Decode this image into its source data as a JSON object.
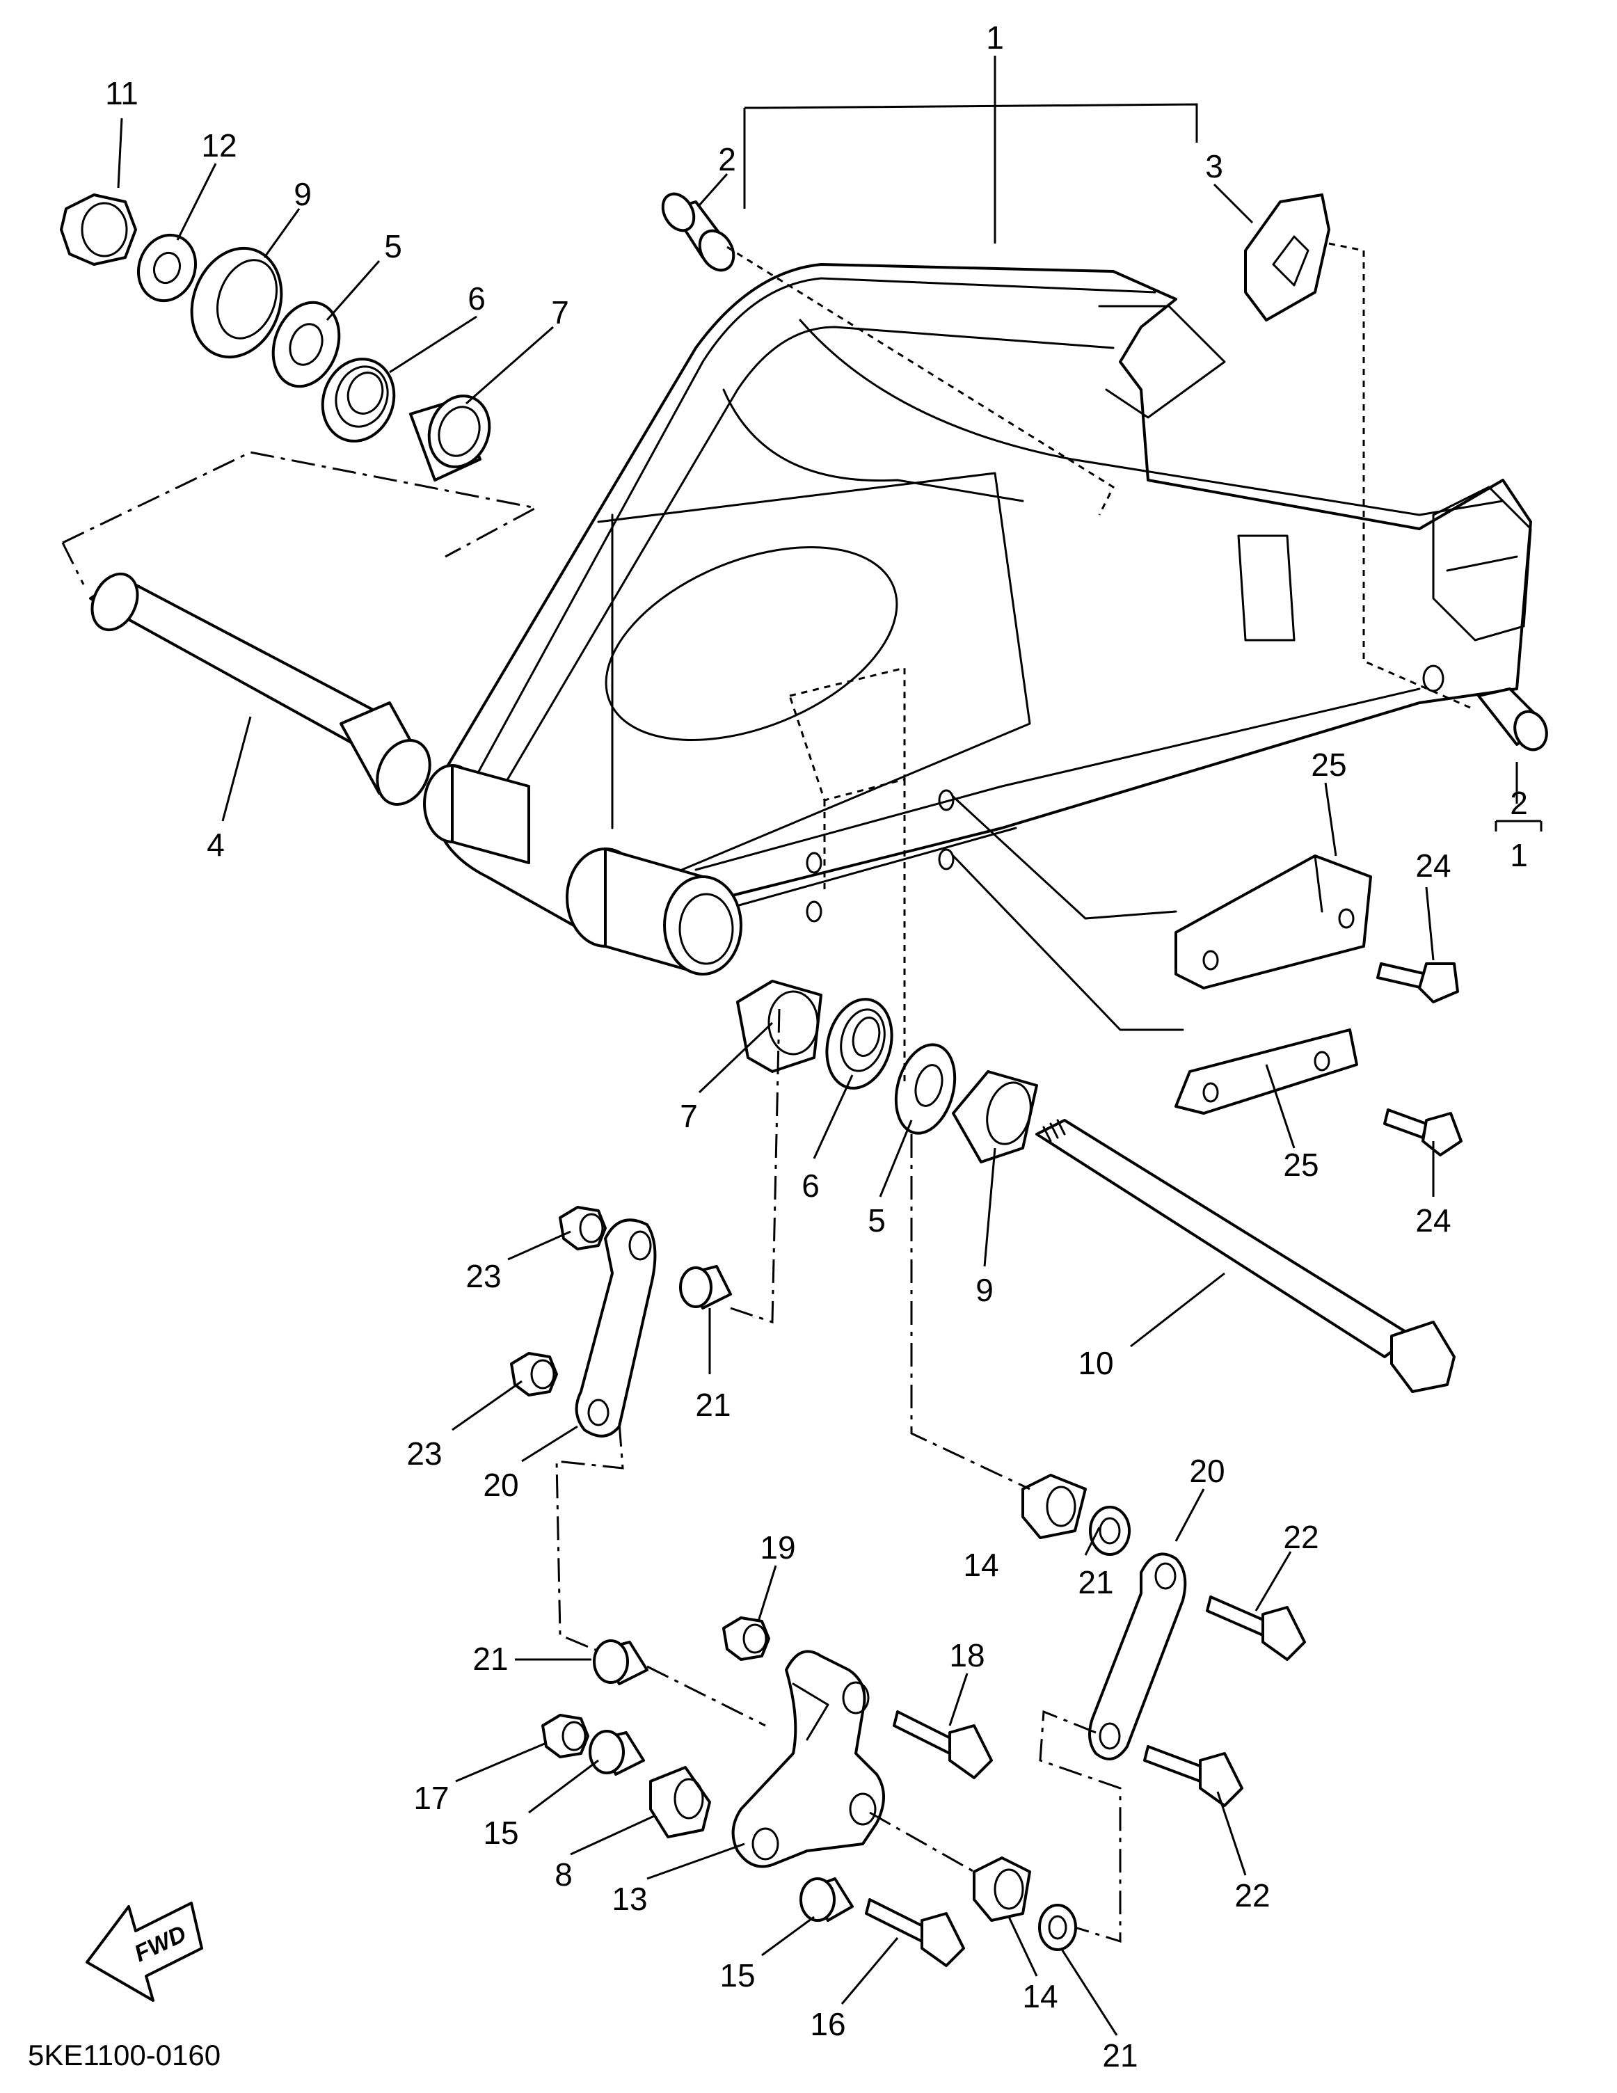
{
  "diagram": {
    "code": "5KE1100-0160",
    "fwd_label": "FWD",
    "callouts": [
      "1",
      "2",
      "3",
      "11",
      "12",
      "9",
      "5",
      "6",
      "7",
      "4",
      "2",
      "1",
      "25",
      "24",
      "25",
      "24",
      "7",
      "6",
      "5",
      "9",
      "10",
      "23",
      "21",
      "23",
      "20",
      "20",
      "22",
      "14",
      "21",
      "19",
      "18",
      "21",
      "17",
      "15",
      "8",
      "13",
      "22",
      "15",
      "16",
      "14",
      "21"
    ]
  }
}
